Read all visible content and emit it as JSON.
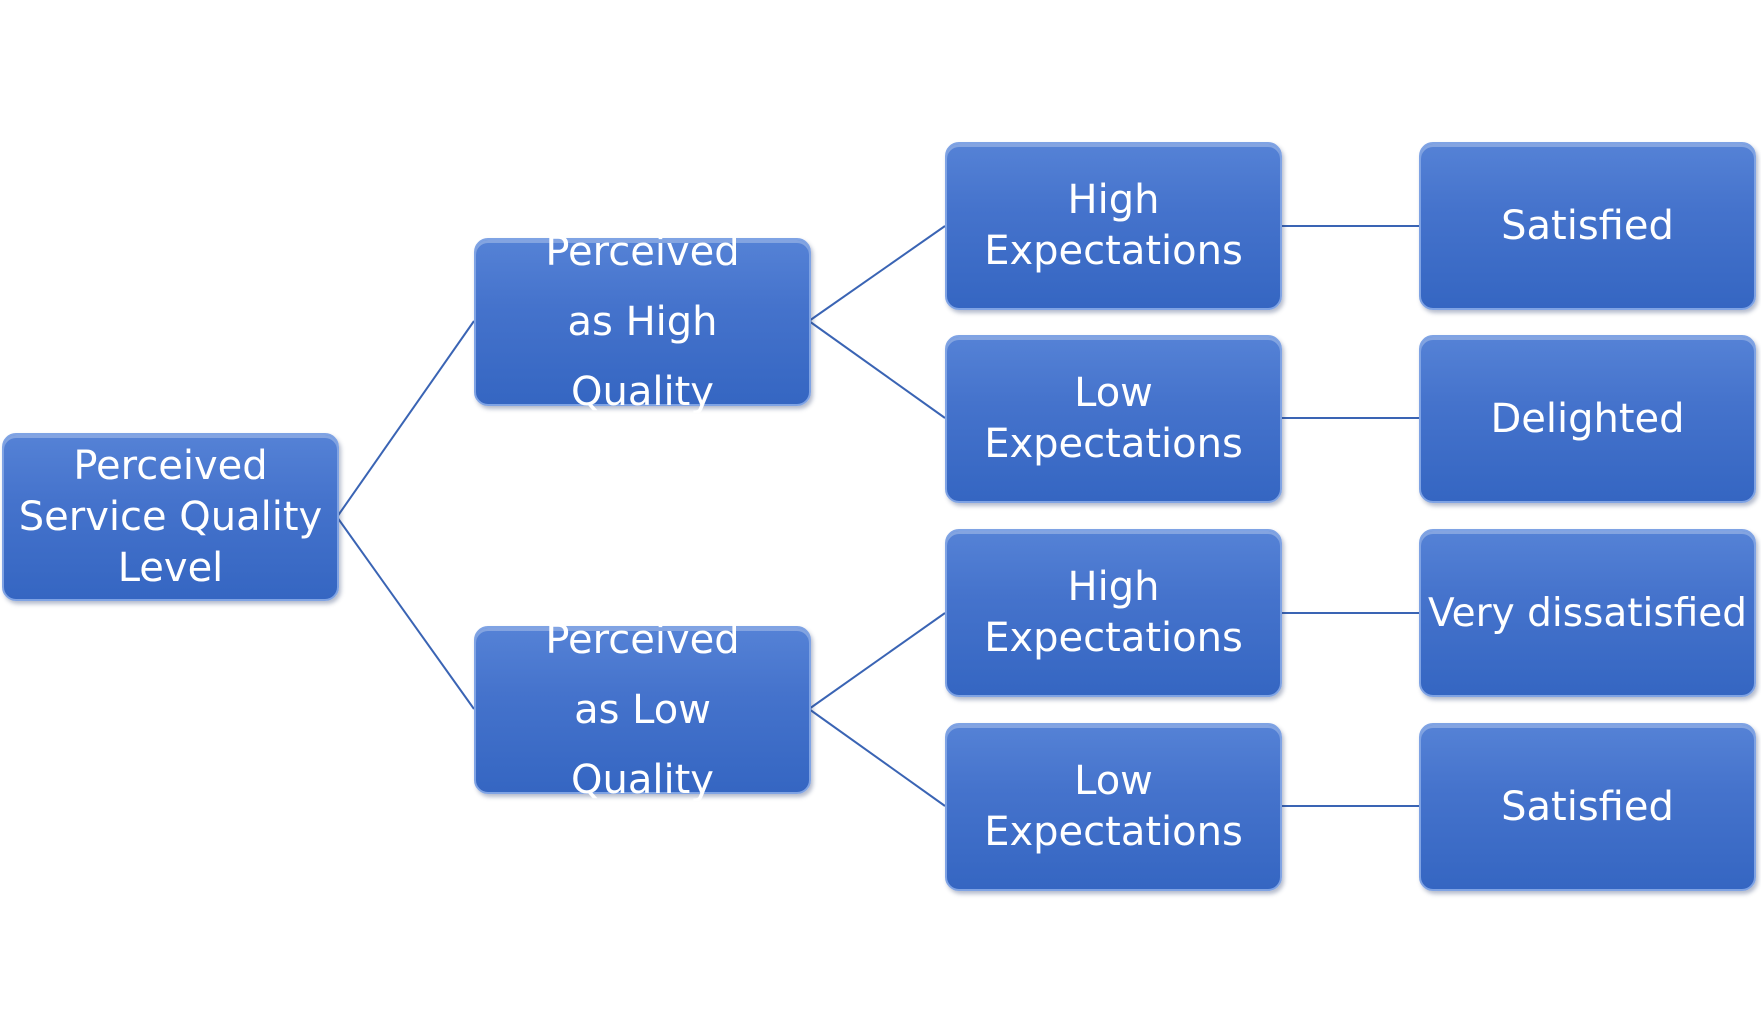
{
  "diagram": {
    "root": {
      "label": "Perceived Service Quality Level"
    },
    "branches": [
      {
        "label": "Perceived as High Quality",
        "children": [
          {
            "expectation": "High Expectations",
            "outcome": "Satisfied"
          },
          {
            "expectation": "Low Expectations",
            "outcome": "Delighted"
          }
        ]
      },
      {
        "label": "Perceived as Low Quality",
        "children": [
          {
            "expectation": "High Expectations",
            "outcome": "Very dissatisfied"
          },
          {
            "expectation": "Low Expectations",
            "outcome": "Satisfied"
          }
        ]
      }
    ],
    "colors": {
      "node_fill": "#4472C4",
      "node_border": "#7FA3E4",
      "connector": "#3A64B4",
      "text": "#FFFFFF"
    }
  }
}
